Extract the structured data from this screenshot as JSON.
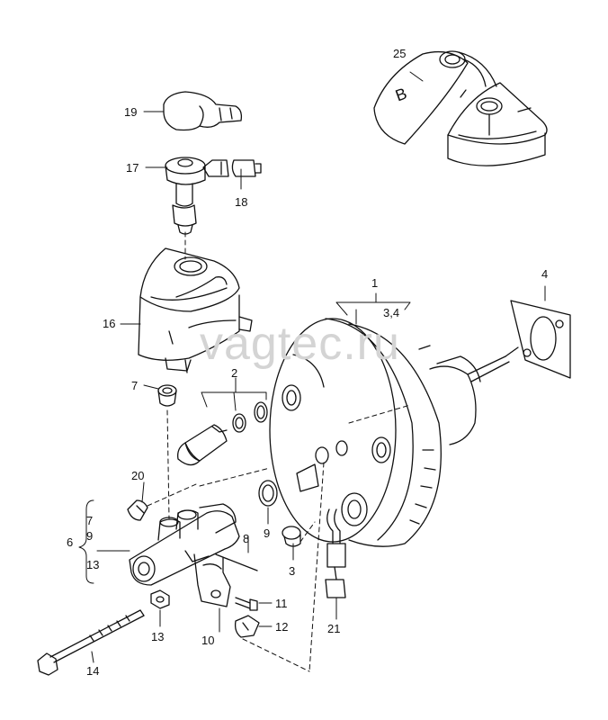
{
  "watermark": "vagtec.ru",
  "callouts": {
    "c1": "1",
    "c34": "3,4",
    "c4": "4",
    "c2": "2",
    "c3": "3",
    "c6": "6",
    "c7a": "7",
    "c9a": "9",
    "c13a": "13",
    "c7": "7",
    "c8": "8",
    "c9": "9",
    "c10": "10",
    "c11": "11",
    "c12": "12",
    "c13": "13",
    "c14": "14",
    "c16": "16",
    "c17": "17",
    "c18": "18",
    "c19": "19",
    "c20": "20",
    "c21": "21",
    "c25": "25"
  },
  "reservoir_mark": "B"
}
